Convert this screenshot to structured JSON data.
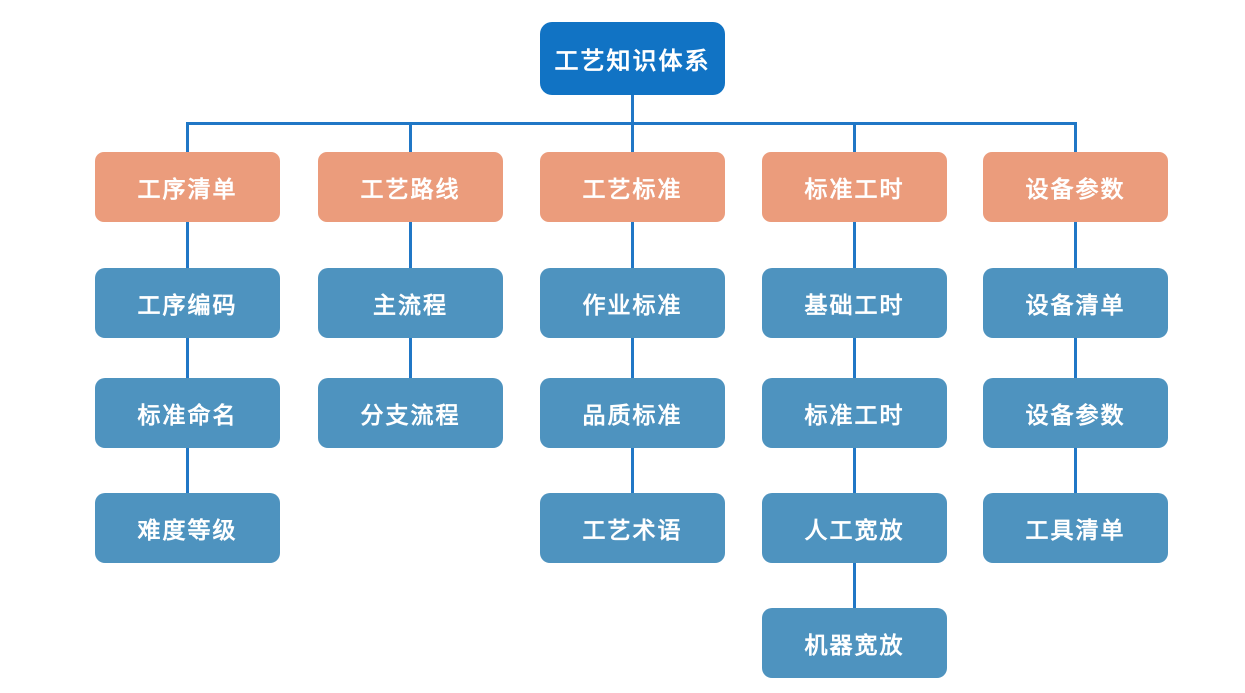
{
  "diagram": {
    "root": "工艺知识体系",
    "branches": [
      {
        "label": "工序清单",
        "children": [
          "工序编码",
          "标准命名",
          "难度等级"
        ]
      },
      {
        "label": "工艺路线",
        "children": [
          "主流程",
          "分支流程"
        ]
      },
      {
        "label": "工艺标准",
        "children": [
          "作业标准",
          "品质标准",
          "工艺术语"
        ]
      },
      {
        "label": "标准工时",
        "children": [
          "基础工时",
          "标准工时",
          "人工宽放",
          "机器宽放"
        ]
      },
      {
        "label": "设备参数",
        "children": [
          "设备清单",
          "设备参数",
          "工具清单"
        ]
      }
    ]
  },
  "colors": {
    "root_fill": "#1173c4",
    "branch_fill": "#eb9c7c",
    "child_fill": "#4e93bf",
    "connector": "#2077c6",
    "text": "#ffffff",
    "background": "#ffffff"
  }
}
